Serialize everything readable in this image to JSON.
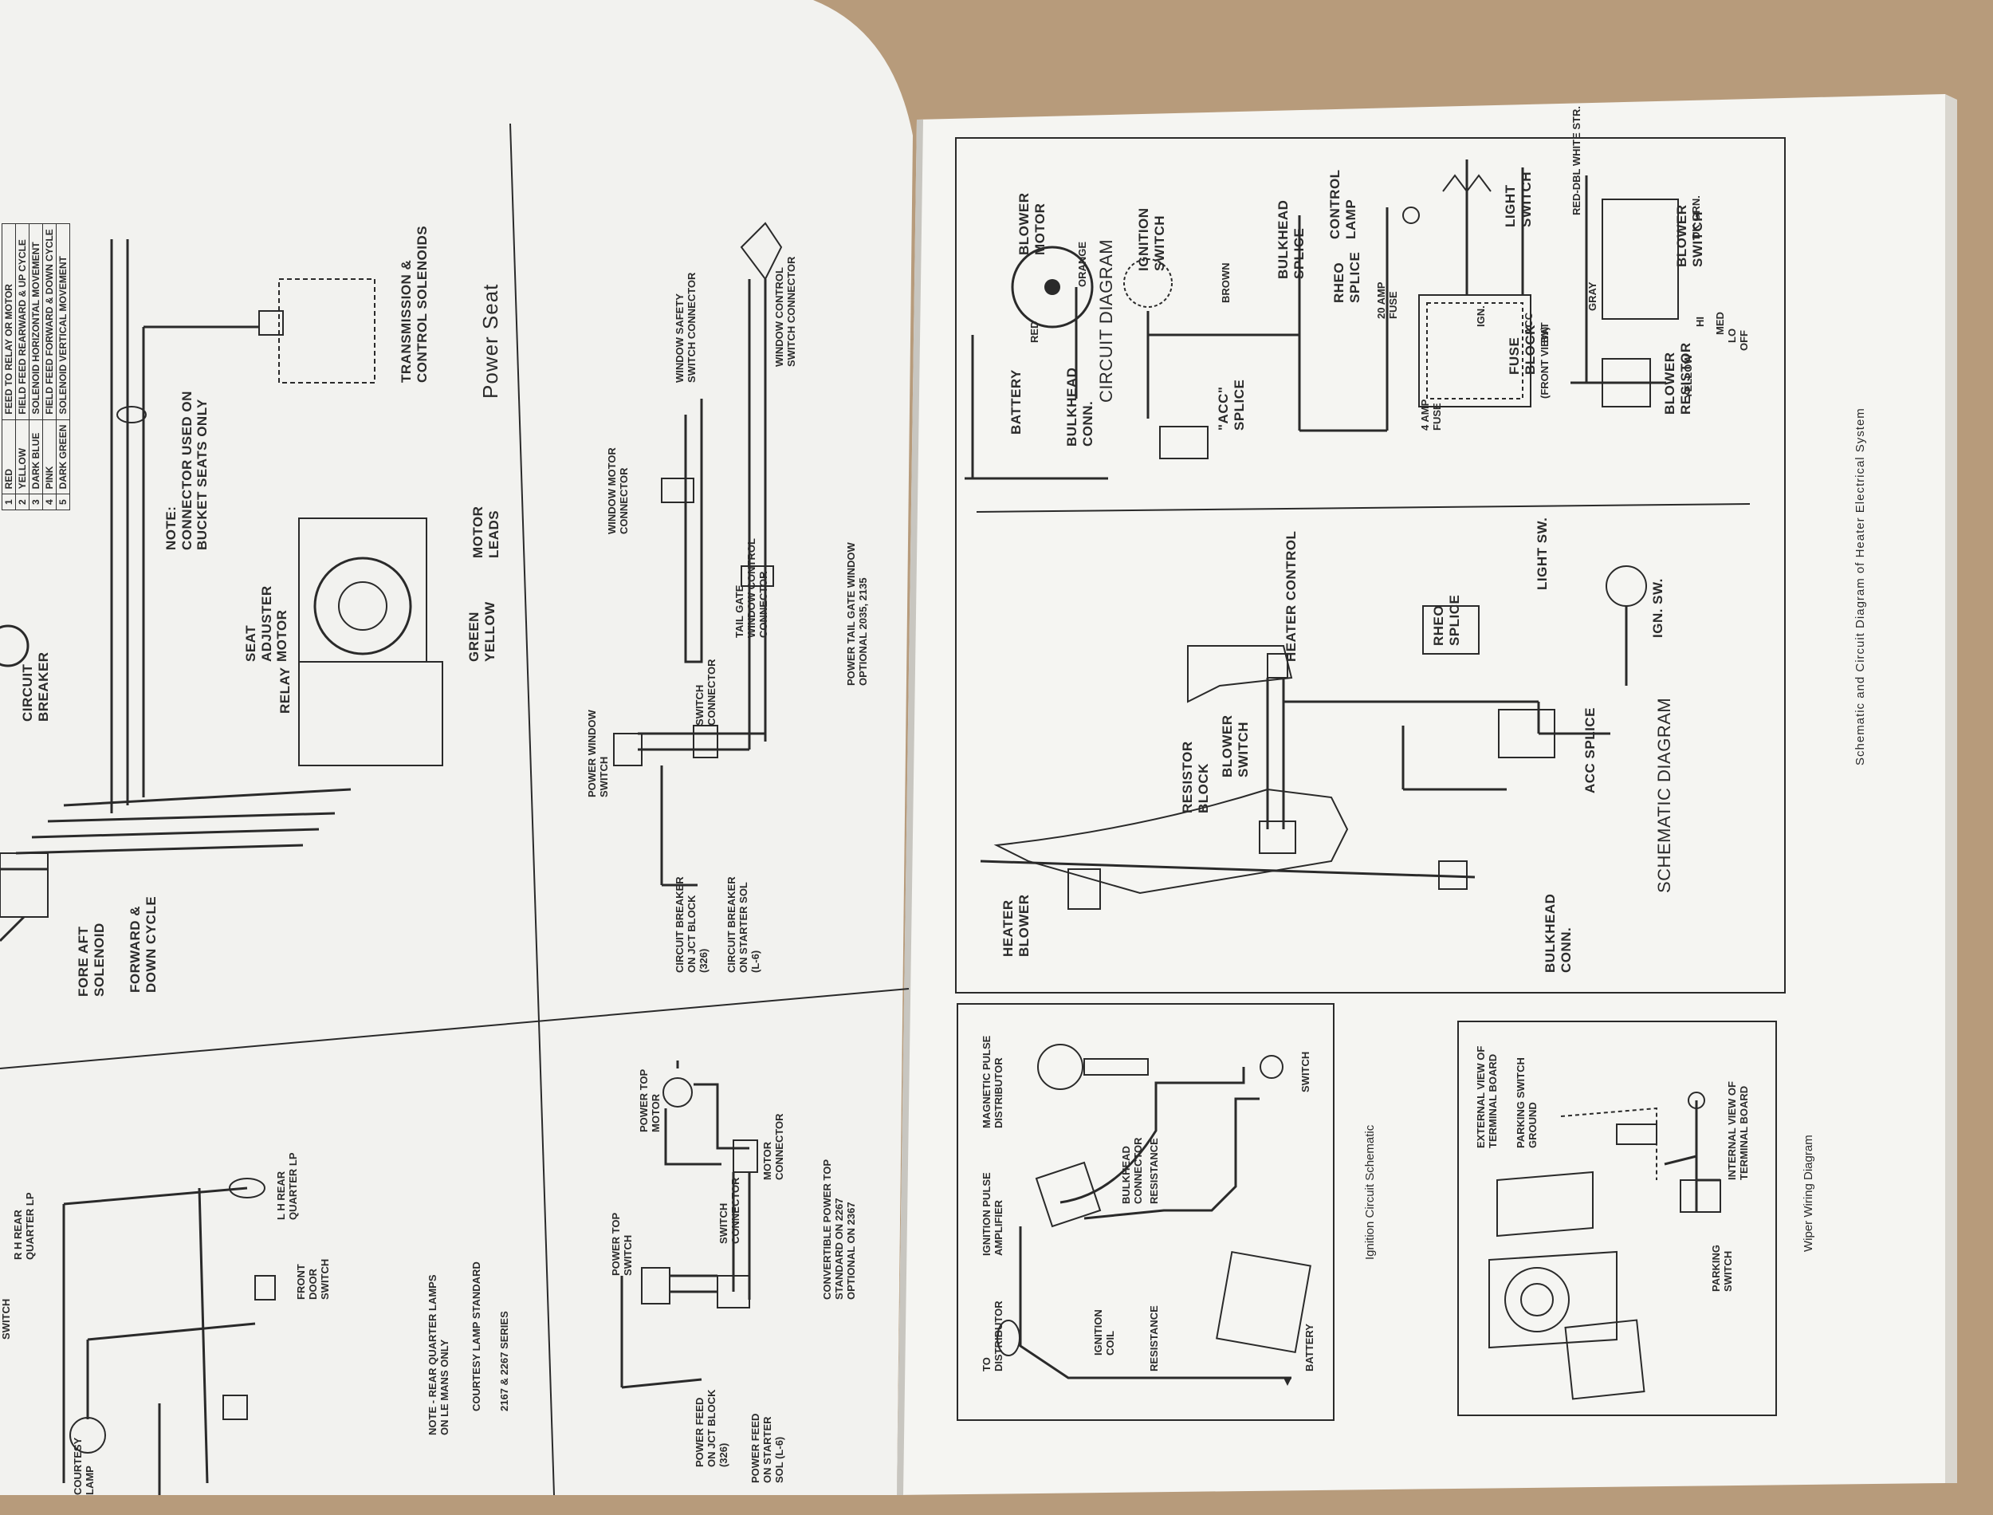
{
  "left_page": {
    "legend_rows": [
      {
        "num": "1",
        "color": "RED",
        "function": "FEED TO RELAY OR MOTOR"
      },
      {
        "num": "2",
        "color": "YELLOW",
        "function": "FIELD FEED REARWARD & UP CYCLE"
      },
      {
        "num": "3",
        "color": "DARK BLUE",
        "function": "SOLENOID HORIZONTAL MOVEMENT"
      },
      {
        "num": "4",
        "color": "PINK",
        "function": "FIELD FEED FORWARD & DOWN CYCLE"
      },
      {
        "num": "5",
        "color": "DARK GREEN",
        "function": "SOLENOID VERTICAL MOVEMENT"
      }
    ],
    "power_seat": {
      "title": "Power Seat",
      "transmission": "TRANSMISSION &\nCONTROL SOLENOIDS",
      "note": "NOTE:\nCONNECTOR USED ON\nBUCKET SEATS ONLY",
      "seat_motor": "SEAT\nADJUSTER\nMOTOR",
      "motor_leads": "MOTOR\nLEADS",
      "green_yellow": "GREEN\nYELLOW",
      "relay": "RELAY",
      "circuit_breaker": "CIRCUIT\nBREAKER",
      "fore_aft": "FORE AFT\nSOLENOID",
      "forward_down": "FORWARD &\nDOWN CYCLE"
    },
    "power_window": {
      "window_motor": "WINDOW MOTOR\nCONNECTOR",
      "safety": "WINDOW SAFETY\nSWITCH CONNECTOR",
      "control": "WINDOW CONTROL\nSWITCH CONNECTOR",
      "tailgate": "TAIL GATE\nWINDOW CONTROL\nCONNECTOR",
      "caption": "POWER TAIL GATE WINDOW\nOPTIONAL 2035, 2135",
      "switch_connector": "SWITCH\nCONNECTOR",
      "pw_switch": "POWER WINDOW\nSWITCH",
      "cb_jct": "CIRCUIT BREAKER\nON JCT BLOCK\n(326)",
      "cb_starter": "CIRCUIT BREAKER\nON STARTER SOL\n(L-6)"
    },
    "courtesy": {
      "rh_rear": "R H REAR\nQUARTER LP",
      "lh_rear": "L H REAR\nQUARTER LP",
      "front_door": "FRONT\nDOOR\nSWITCH",
      "note": "NOTE - REAR QUARTER LAMPS\nON LE MANS ONLY",
      "standard": "COURTESY LAMP STANDARD",
      "series": "2167 & 2267 SERIES",
      "switch": "SWITCH",
      "courtesy_lamp": "COURTESY\nLAMP"
    },
    "power_top": {
      "motor": "POWER TOP\nMOTOR",
      "switch": "POWER TOP\nSWITCH",
      "switch_connector": "SWITCH\nCONNECTOR",
      "motor_connector": "MOTOR\nCONNECTOR",
      "caption": "CONVERTIBLE POWER TOP\nSTANDARD ON 2267\nOPTIONAL ON 2367",
      "feed_jct": "POWER FEED\nON JCT BLOCK\n(326)",
      "feed_starter": "POWER FEED\nON STARTER\nSOL (L-6)"
    }
  },
  "right_page": {
    "circuit": {
      "title": "CIRCUIT DIAGRAM",
      "blower_motor": "BLOWER\nMOTOR",
      "ignition_switch": "IGNITION\nSWITCH",
      "battery": "BATTERY",
      "bulkhead_conn": "BULKHEAD\nCONN.",
      "acc_splice": "\"ACC\"\nSPLICE",
      "bulkhead_splice": "BULKHEAD\nSPLICE",
      "rheo_splice": "RHEO\nSPLICE",
      "control_lamp": "CONTROL\nLAMP",
      "light_switch": "LIGHT\nSWITCH",
      "fuse_block": "FUSE\nBLOCK",
      "front_view": "(FRONT VIEW)",
      "fuse4": "4 AMP\nFUSE",
      "fuse20": "20 AMP\nFUSE",
      "blower_resistor": "BLOWER\nRESISTOR",
      "blower_switch": "BLOWER\nSWITCH",
      "wires": [
        "RED",
        "ORANGE",
        "BROWN",
        "GRAY",
        "DK GRN.",
        "RED-DBL WHITE STR.",
        "YELLOW",
        "HI",
        "MED",
        "LO",
        "OFF",
        "IGN.",
        "ACC",
        "BAT"
      ]
    },
    "schematic": {
      "title": "SCHEMATIC DIAGRAM",
      "heater_control": "HEATER CONTROL",
      "rheo_splice": "RHEO\nSPLICE",
      "light_sw": "LIGHT SW.",
      "ign_sw": "IGN. SW.",
      "acc_splice": "ACC SPLICE",
      "blower_switch": "BLOWER\nSWITCH",
      "resistor_block": "RESISTOR\nBLOCK",
      "heater_blower": "HEATER\nBLOWER",
      "bulkhead_conn": "BULKHEAD\nCONN."
    },
    "side_caption": "Schematic and Circuit Diagram of Heater Electrical System",
    "ignition": {
      "caption": "Ignition Circuit Schematic",
      "distributor": "MAGNETIC PULSE\nDISTRIBUTOR",
      "amplifier": "IGNITION PULSE\nAMPLIFIER",
      "bulkhead": "BULKHEAD\nCONNECTOR",
      "resistance": "RESISTANCE",
      "switch": "SWITCH",
      "to_distributor": "TO\nDISTRIBUTOR",
      "coil": "IGNITION\nCOIL",
      "battery": "BATTERY"
    },
    "wiper": {
      "caption": "Wiper Wiring Diagram",
      "external": "EXTERNAL VIEW OF\nTERMINAL BOARD",
      "parking_ground": "PARKING SWITCH\nGROUND",
      "internal": "INTERNAL VIEW OF\nTERMINAL BOARD",
      "parking_switch": "PARKING\nSWITCH"
    }
  }
}
